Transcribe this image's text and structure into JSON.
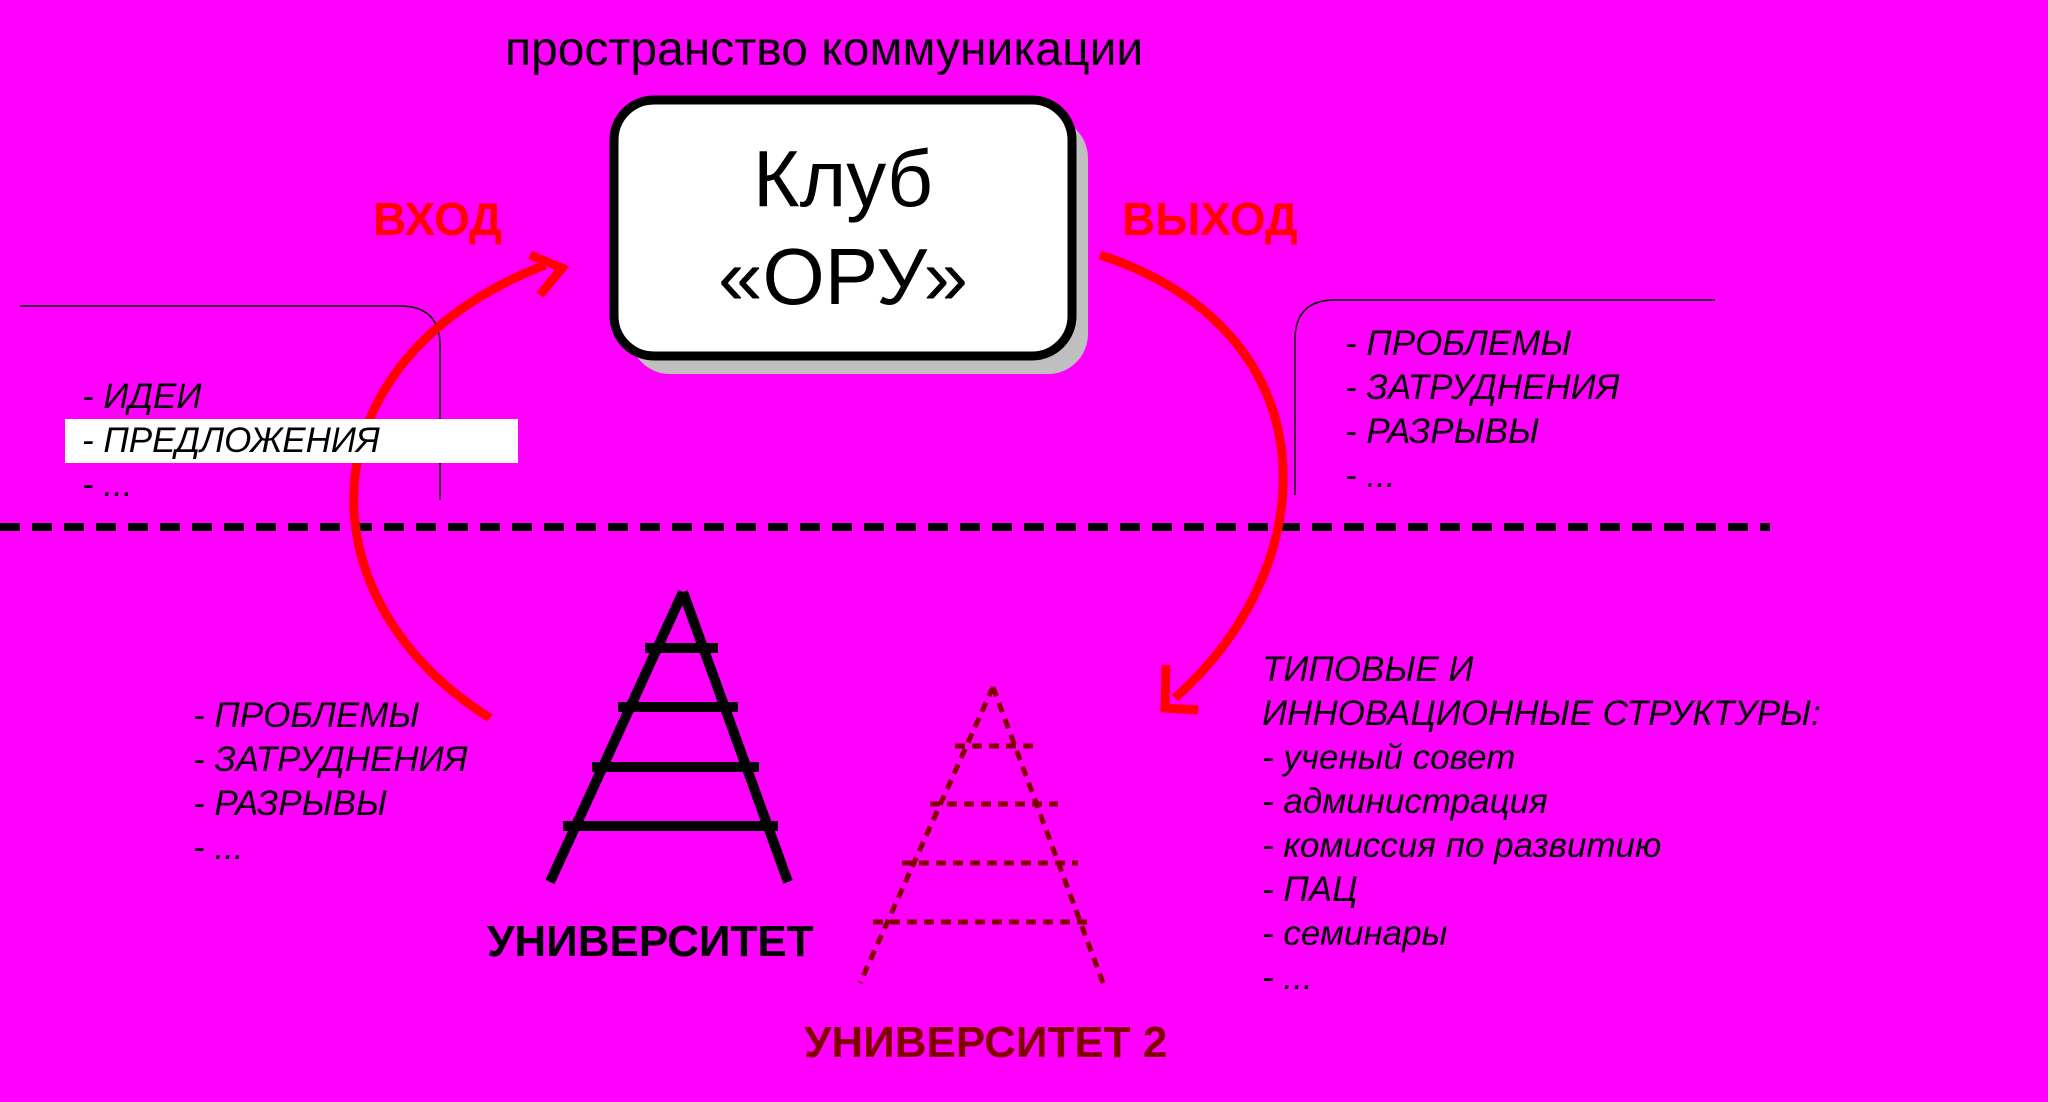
{
  "header": {
    "title": "пространство коммуникации"
  },
  "club": {
    "line1": "Клуб",
    "line2": "«ОРУ»"
  },
  "labels": {
    "entry": "ВХОД",
    "exit": "ВЫХОД"
  },
  "lists": {
    "ideas": [
      "- ИДЕИ",
      "- ПРЕДЛОЖЕНИЯ",
      "- ..."
    ],
    "exit_problems": [
      "- ПРОБЛЕМЫ",
      "- ЗАТРУДНЕНИЯ",
      "- РАЗРЫВЫ",
      "- ..."
    ],
    "bottom_problems": [
      "- ПРОБЛЕМЫ",
      "- ЗАТРУДНЕНИЯ",
      "- РАЗРЫВЫ",
      "- ..."
    ],
    "structures": [
      "ТИПОВЫЕ И",
      "ИННОВАЦИОННЫЕ СТРУКТУРЫ:",
      "- ученый совет",
      "- администрация",
      "- комиссия по развитию",
      "- ПАЦ",
      "- семинары",
      "- ..."
    ]
  },
  "universities": {
    "first": "УНИВЕРСИТЕТ",
    "second": "УНИВЕРСИТЕТ 2"
  },
  "colors": {
    "background": "#FF00FF",
    "arrows": "#FF0000",
    "university2": "#800000"
  }
}
